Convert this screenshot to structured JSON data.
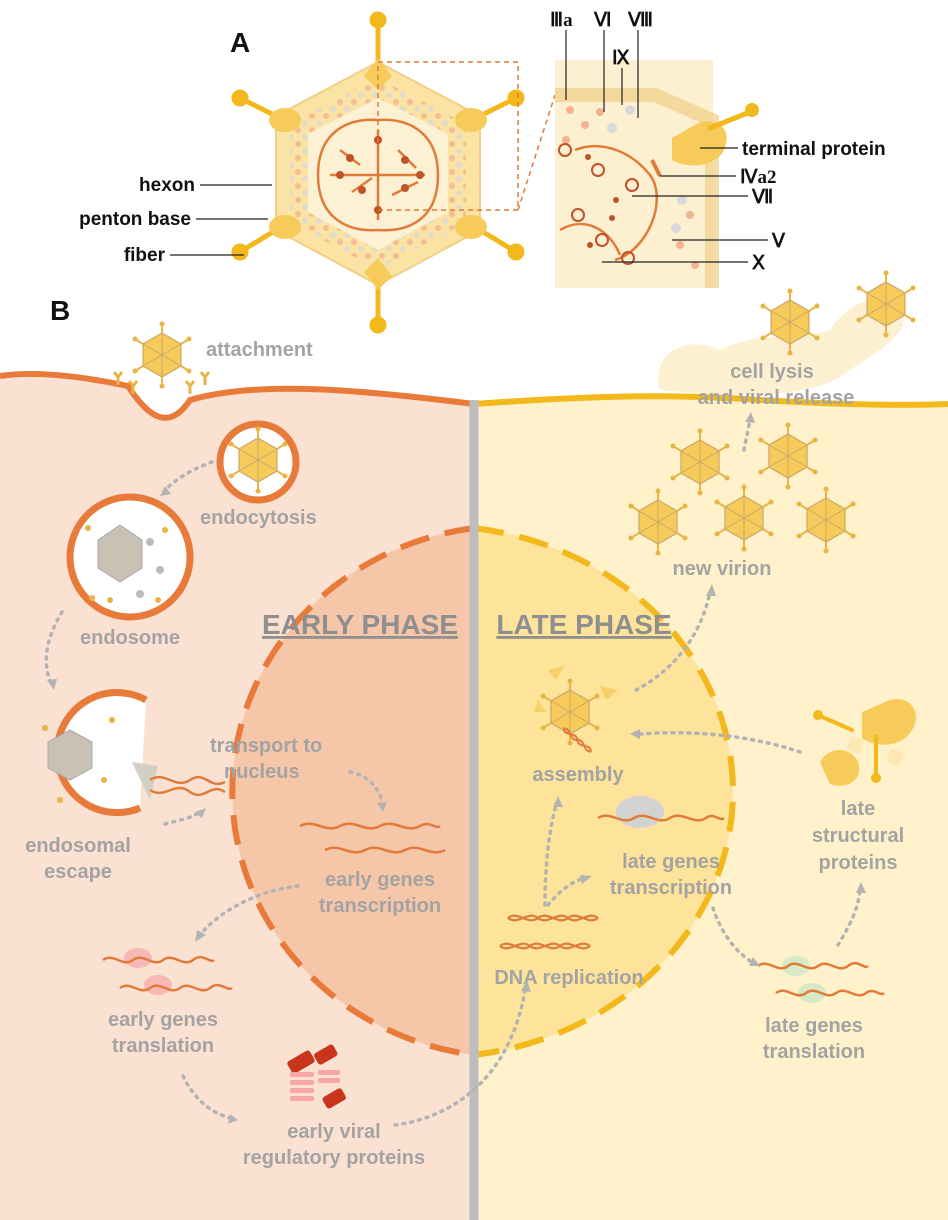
{
  "panel_a": {
    "letter": "A",
    "labels": {
      "hexon": "hexon",
      "penton_base": "penton base",
      "fiber": "fiber",
      "terminal_protein": "terminal protein",
      "iiia": "Ⅲa",
      "vi": "Ⅵ",
      "viii": "Ⅷ",
      "ix": "Ⅸ",
      "iva2": "Ⅳa2",
      "vii": "Ⅶ",
      "v": "Ⅴ",
      "x": "Ⅹ"
    }
  },
  "panel_b": {
    "letter": "B",
    "early_phase": "EARLY PHASE",
    "late_phase": "LATE PHASE",
    "steps": {
      "attachment": "attachment",
      "endocytosis": "endocytosis",
      "endosome": "endosome",
      "endosomal_escape_1": "endosomal",
      "endosomal_escape_2": "escape",
      "transport_1": "transport to",
      "transport_2": "nucleus",
      "early_transcription_1": "early genes",
      "early_transcription_2": "transcription",
      "early_translation_1": "early genes",
      "early_translation_2": "translation",
      "regulatory_1": "early viral",
      "regulatory_2": "regulatory proteins",
      "dna_replication": "DNA replication",
      "late_transcription_1": "late genes",
      "late_transcription_2": "transcription",
      "late_translation_1": "late genes",
      "late_translation_2": "translation",
      "late_structural_1": "late",
      "late_structural_2": "structural",
      "late_structural_3": "proteins",
      "assembly": "assembly",
      "new_virion": "new virion",
      "lysis_1": "cell lysis",
      "lysis_2": "and viral release"
    }
  },
  "colors": {
    "orange": "#e87a3a",
    "gold": "#f2b81c",
    "capsid_fill": "#fbe3a4",
    "early_bg": "#fbe1d2",
    "late_bg": "#fff1c9",
    "nucleus_early": "#f6c6a8",
    "nucleus_late": "#fde49a",
    "label_gray": "#a3a3a3",
    "divider": "#bdbdbd"
  }
}
